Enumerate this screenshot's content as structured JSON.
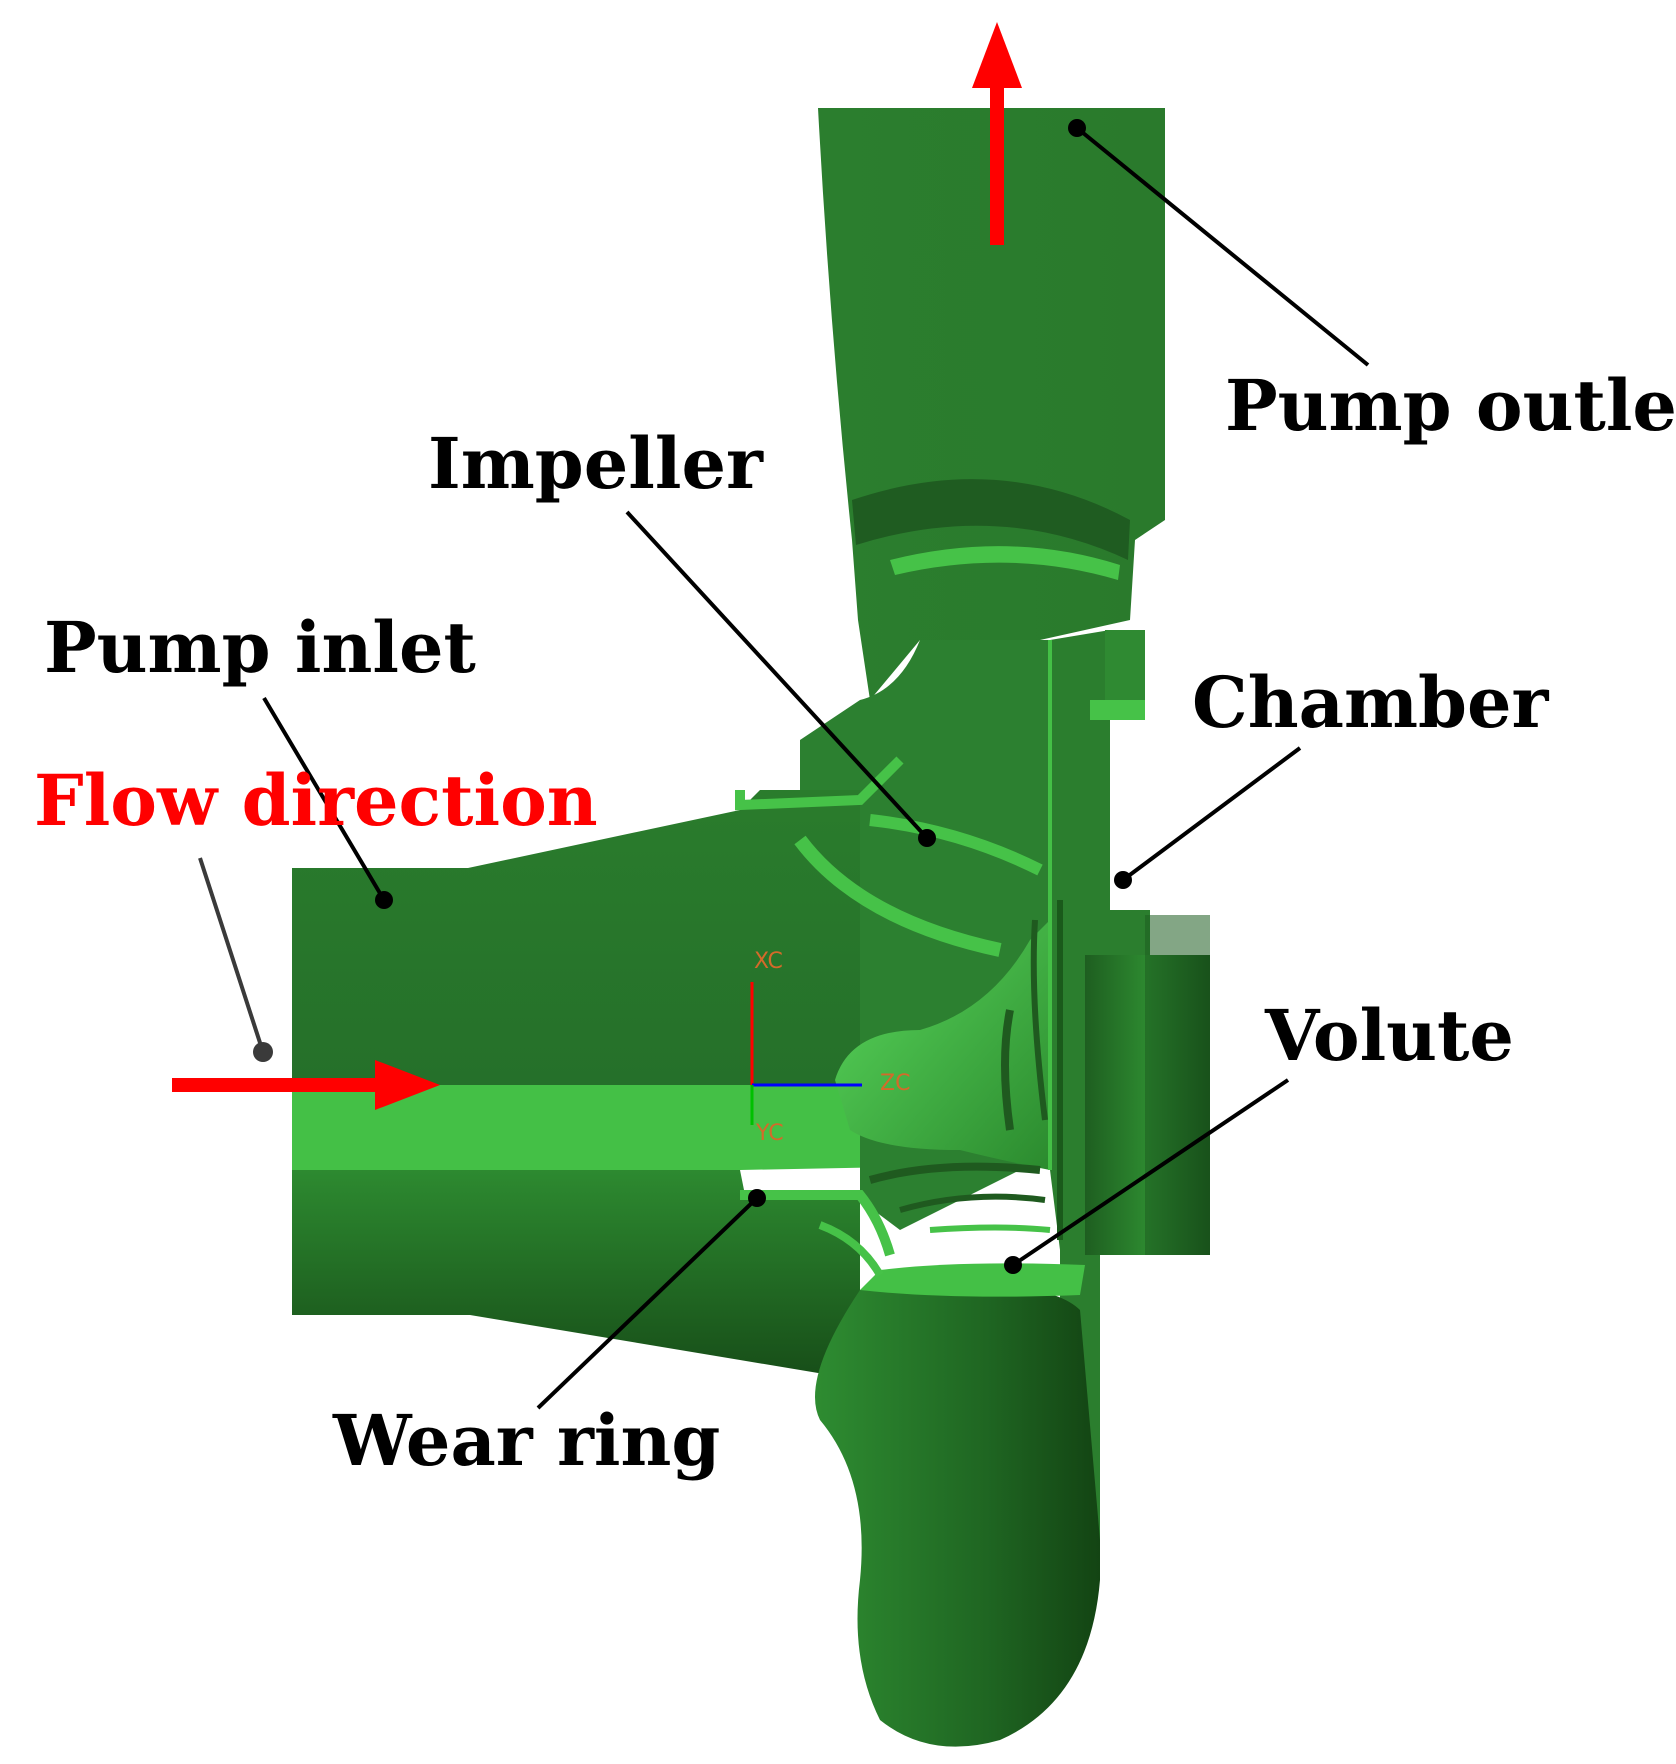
{
  "labels": {
    "pump_outlet": "Pump outlet",
    "impeller": "Impeller",
    "pump_inlet": "Pump inlet",
    "flow_direction": "Flow direction",
    "chamber": "Chamber",
    "volute": "Volute",
    "wear_ring": "Wear ring"
  },
  "axes": {
    "xc": "XC",
    "yc": "YC",
    "zc": "ZC"
  },
  "colors": {
    "body_green": "#2a7a2c",
    "light_green": "#44c046",
    "dark_green": "#1f5a1f",
    "arrow_red": "#ff0000",
    "label_black": "#000000",
    "axis_red": "#ff0000",
    "axis_green": "#00c000",
    "axis_blue": "#0000ff",
    "axis_text_orange": "#d46a2a"
  }
}
